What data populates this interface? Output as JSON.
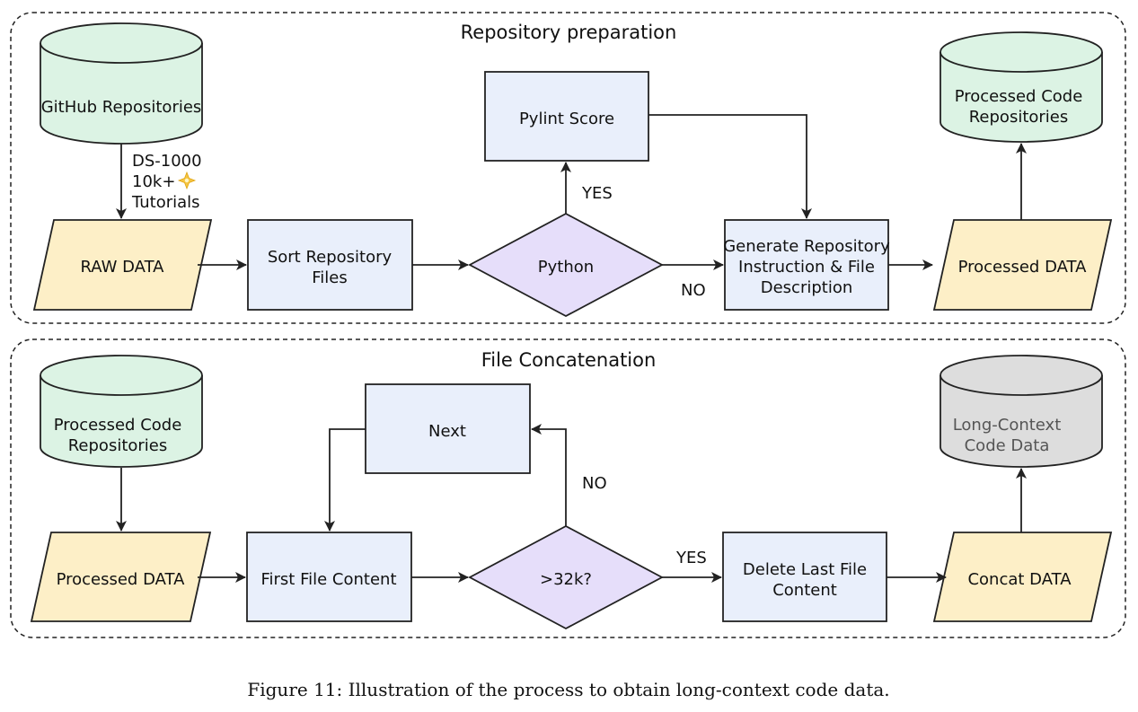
{
  "colors": {
    "database": "#dcf3e4",
    "database_gray": "#dddddd",
    "data_node": "#fdefc7",
    "process": "#e9effb",
    "decision": "#e6defa",
    "stroke": "#222222"
  },
  "panels": {
    "top": {
      "title": "Repository preparation",
      "nodes": {
        "github_repos": {
          "label": "GitHub Repositories",
          "icon": "database-icon"
        },
        "sources": {
          "line1": "DS-1000",
          "line2": "10k+",
          "line3": "Tutorials",
          "icon": "sparkle-icon"
        },
        "raw_data": {
          "label": "RAW DATA"
        },
        "sort_files": {
          "line1": "Sort Repository",
          "line2": "Files"
        },
        "python": {
          "label": "Python"
        },
        "pylint": {
          "label": "Pylint Score"
        },
        "generate": {
          "line1": "Generate Repository",
          "line2": "Instruction & File",
          "line3": "Description"
        },
        "processed_data": {
          "label": "Processed DATA"
        },
        "processed_repos": {
          "line1": "Processed Code",
          "line2": "Repositories",
          "icon": "database-icon"
        }
      },
      "edge_labels": {
        "yes": "YES",
        "no": "NO"
      }
    },
    "bottom": {
      "title": "File Concatenation",
      "nodes": {
        "processed_repos": {
          "line1": "Processed Code",
          "line2": "Repositories",
          "icon": "database-icon"
        },
        "processed_data": {
          "label": "Processed DATA"
        },
        "first_file": {
          "label": "First File Content"
        },
        "next": {
          "label": "Next"
        },
        "check": {
          "label": ">32k?"
        },
        "delete_last": {
          "line1": "Delete Last File",
          "line2": "Content"
        },
        "concat": {
          "label": "Concat DATA"
        },
        "long_context": {
          "line1": "Long-Context",
          "line2": "Code Data",
          "icon": "database-icon"
        }
      },
      "edge_labels": {
        "no": "NO",
        "yes": "YES"
      }
    }
  },
  "caption": "Figure 11: Illustration of the process to obtain long-context code data."
}
